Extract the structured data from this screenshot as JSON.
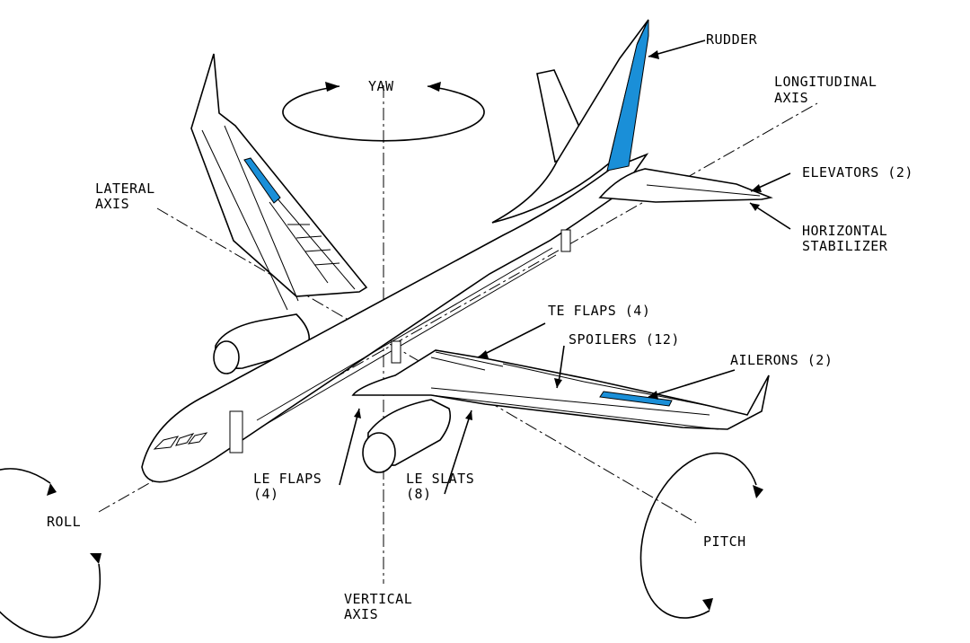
{
  "labels": {
    "rudder": "RUDDER",
    "yaw": "YAW",
    "longitudinal_axis_1": "LONGITUDINAL",
    "longitudinal_axis_2": "AXIS",
    "lateral_axis_1": "LATERAL",
    "lateral_axis_2": "AXIS",
    "elevators": "ELEVATORS (2)",
    "horizontal_stabilizer_1": "HORIZONTAL",
    "horizontal_stabilizer_2": "STABILIZER",
    "te_flaps": "TE FLAPS (4)",
    "spoilers": "SPOILERS (12)",
    "ailerons": "AILERONS (2)",
    "le_flaps_1": "LE FLAPS",
    "le_flaps_2": "(4)",
    "le_slats_1": "LE SLATS",
    "le_slats_2": "(8)",
    "roll": "ROLL",
    "pitch": "PITCH",
    "vertical_axis_1": "VERTICAL",
    "vertical_axis_2": "AXIS"
  },
  "colors": {
    "control_surface": "#1a8fd8",
    "line": "#000000",
    "background": "#ffffff"
  }
}
